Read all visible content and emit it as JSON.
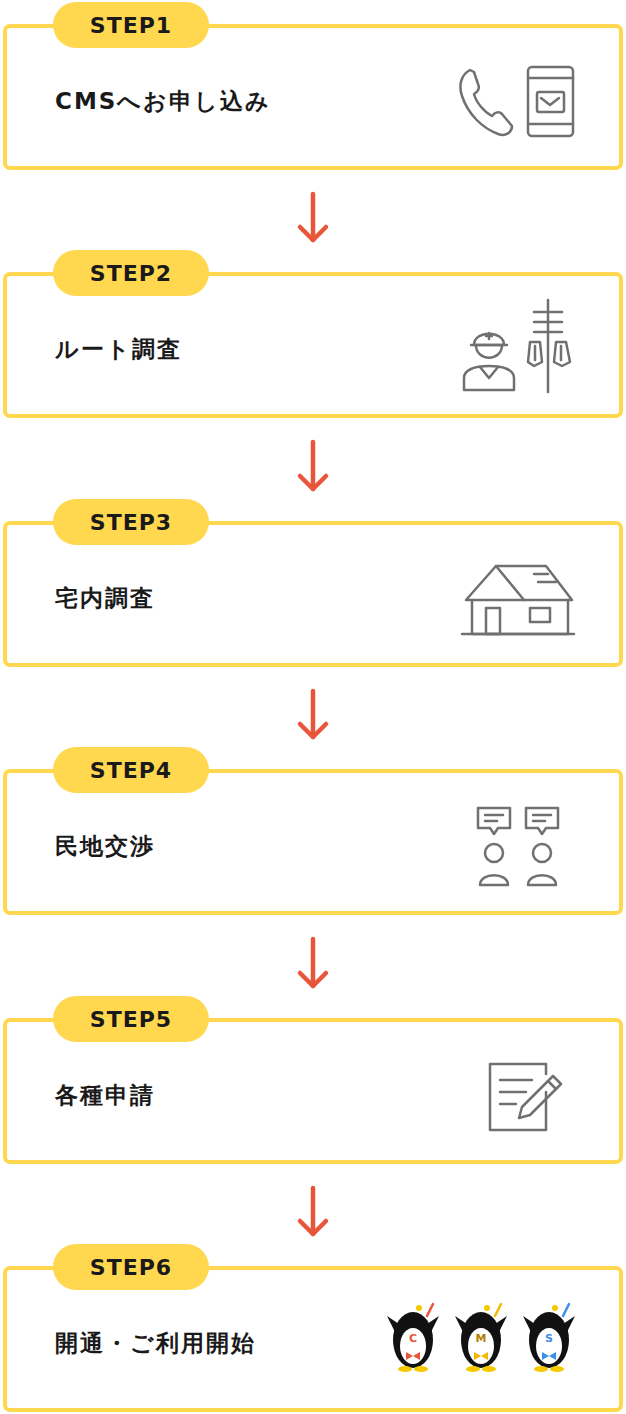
{
  "diagram": {
    "nodes": [
      {
        "text": [
          "STEP1",
          "CMSへお申し込み"
        ]
      },
      {
        "text": [
          "STEP2",
          "ルート調査"
        ]
      },
      {
        "text": [
          "STEP3",
          "宅内調査"
        ]
      },
      {
        "text": [
          "STEP4",
          "民地交渉"
        ]
      },
      {
        "text": [
          "STEP5",
          "各種申請"
        ]
      },
      {
        "text": [
          "STEP6",
          "開通・ご利用開始"
        ]
      }
    ],
    "edges": [
      {
        "from": 0,
        "to": 1,
        "arrow": "to"
      },
      {
        "from": 1,
        "to": 2,
        "arrow": "to"
      },
      {
        "from": 2,
        "to": 3,
        "arrow": "to"
      },
      {
        "from": 3,
        "to": 4,
        "arrow": "to"
      },
      {
        "from": 4,
        "to": 5,
        "arrow": "to"
      }
    ],
    "labels": [
      "C",
      "M",
      "S"
    ]
  }
}
